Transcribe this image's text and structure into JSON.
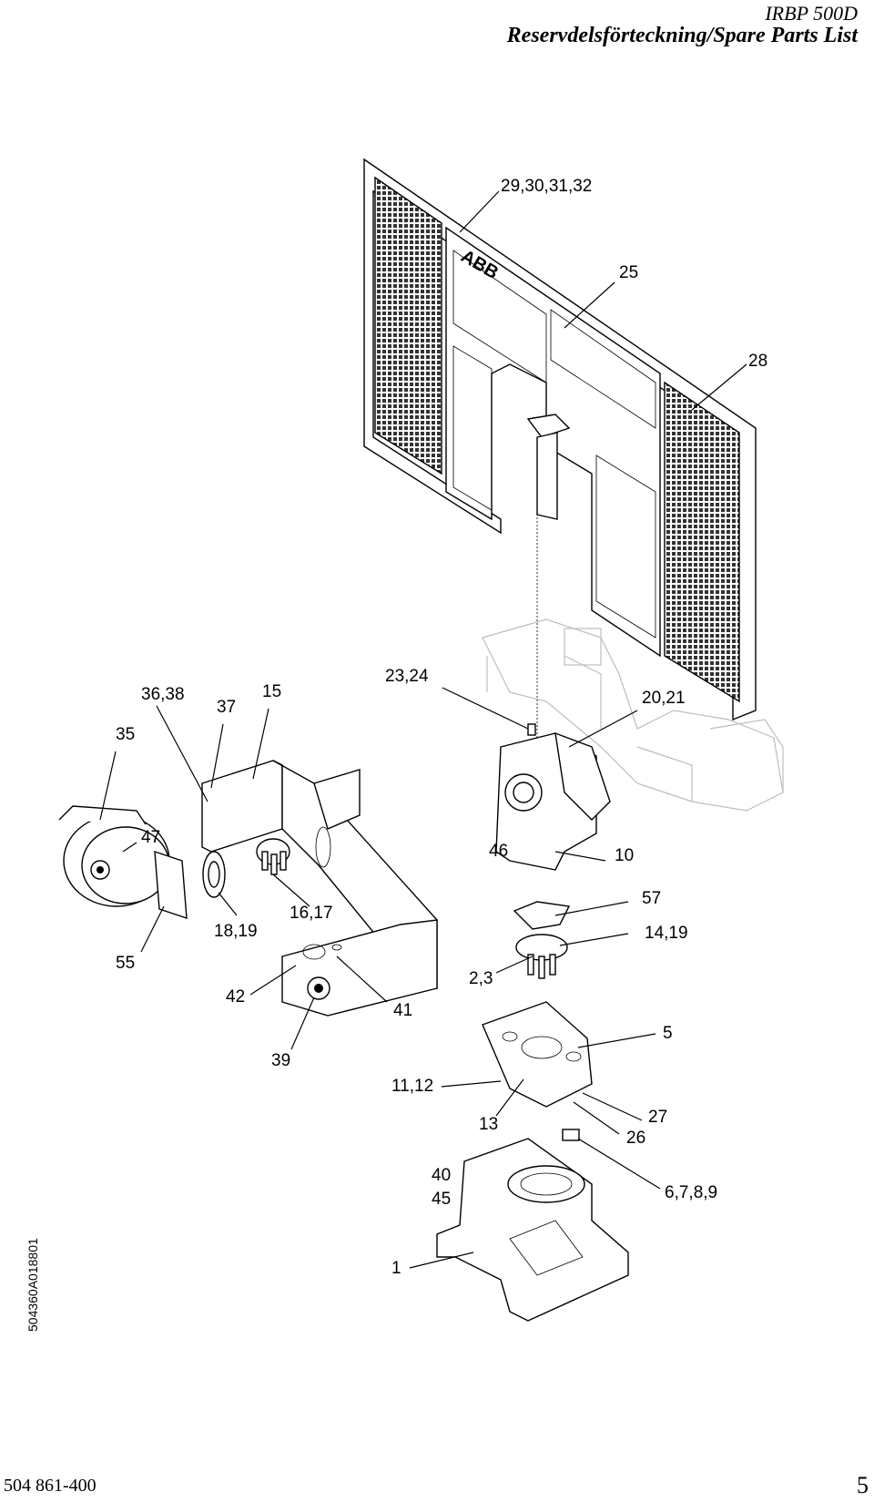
{
  "header": {
    "model": "IRBP 500D",
    "title": "Reservdelsförteckning/Spare Parts List"
  },
  "drawing": {
    "code": "504360A018801",
    "logo": "ABB",
    "callouts": {
      "c29": "29,30,31,32",
      "c25": "25",
      "c28": "28",
      "c2324": "23,24",
      "c2021": "20,21",
      "c3638": "36,38",
      "c37": "37",
      "c15": "15",
      "c35": "35",
      "c47": "47",
      "c46": "46",
      "c10": "10",
      "c57": "57",
      "c1419": "14,19",
      "c1617": "16,17",
      "c1819": "18,19",
      "c55": "55",
      "c23": "2,3",
      "c42": "42",
      "c41": "41",
      "c5": "5",
      "c39": "39",
      "c1112": "11,12",
      "c13": "13",
      "c27": "27",
      "c26": "26",
      "c40": "40",
      "c45": "45",
      "c6789": "6,7,8,9",
      "c1": "1"
    }
  },
  "footer": {
    "doc_number": "504 861-400",
    "page_number": "5"
  }
}
